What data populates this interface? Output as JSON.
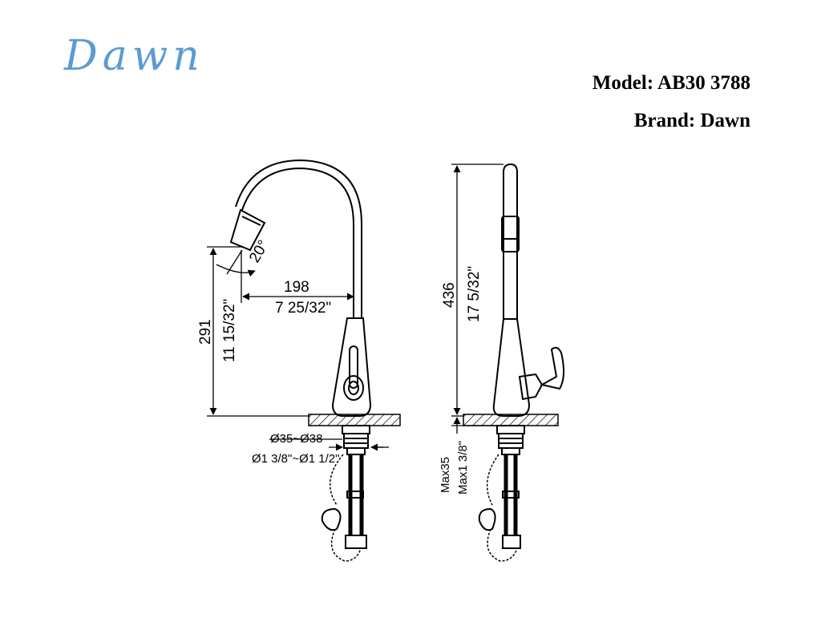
{
  "brand_logo": "Dawn",
  "model_text": "Model: AB30 3788",
  "brand_text": "Brand: Dawn",
  "dimensions": {
    "angle": "20°",
    "reach_mm": "198",
    "reach_in": "7 25/32\"",
    "spout_height_mm": "291",
    "spout_height_in": "11 15/32\"",
    "total_height_mm": "436",
    "total_height_in": "17 5/32\"",
    "hole_mm": "Ø35~Ø38",
    "hole_in": "Ø1 3/8\"~Ø1 1/2\"",
    "deck_mm": "Max35",
    "deck_in": "Max1 3/8\""
  }
}
